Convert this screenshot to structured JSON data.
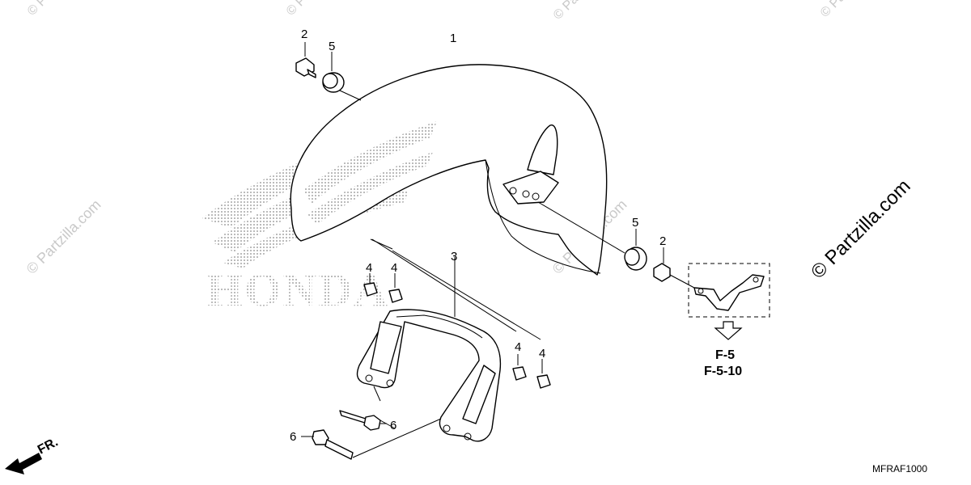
{
  "diagram": {
    "part_labels": {
      "fender": "1",
      "bolt_upper_left": "2",
      "bolt_right": "2",
      "rubber_upper_left": "5",
      "rubber_right": "5",
      "bracket": "3",
      "clip_a": "4",
      "clip_b": "4",
      "clip_c": "4",
      "clip_d": "4",
      "bolt_6_upper": "6",
      "bolt_6_lower": "6"
    },
    "reference": {
      "line1": "F-5",
      "line2": "F-5-10"
    },
    "direction": {
      "text": "FR."
    },
    "diagram_code": "MFRAF1000",
    "watermark": {
      "text": "© Partzilla.com"
    },
    "logo": {
      "wordmark": "HONDA"
    }
  }
}
